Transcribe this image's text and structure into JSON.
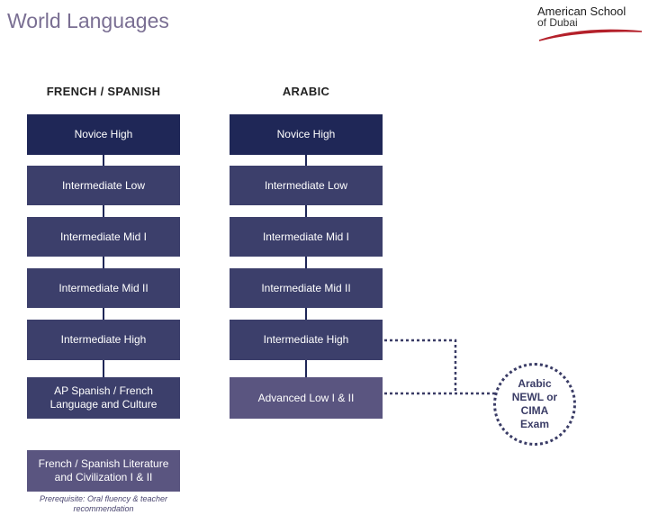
{
  "title": "World Languages",
  "logo": {
    "line1": "American School",
    "line2": "of Dubai",
    "swoosh_color": "#b4202a"
  },
  "columns": {
    "french_spanish": {
      "heading": "FRENCH / SPANISH",
      "levels": [
        "Novice High",
        "Intermediate Low",
        "Intermediate Mid I",
        "Intermediate Mid II",
        "Intermediate High",
        "AP Spanish / French Language and Culture"
      ],
      "elective": "French / Spanish Literature and Civilization I & II",
      "prerequisite": "Prerequisite: Oral fluency & teacher recommendation"
    },
    "arabic": {
      "heading": "ARABIC",
      "levels": [
        "Novice High",
        "Intermediate Low",
        "Intermediate Mid I",
        "Intermediate Mid II",
        "Intermediate High",
        "Advanced Low I & II"
      ]
    }
  },
  "exam": "Arabic NEWL or CIMA Exam",
  "colors": {
    "dark": "#1f2757",
    "mid": "#3c3f6b",
    "light": "#5a5580",
    "title": "#7a6f93"
  }
}
